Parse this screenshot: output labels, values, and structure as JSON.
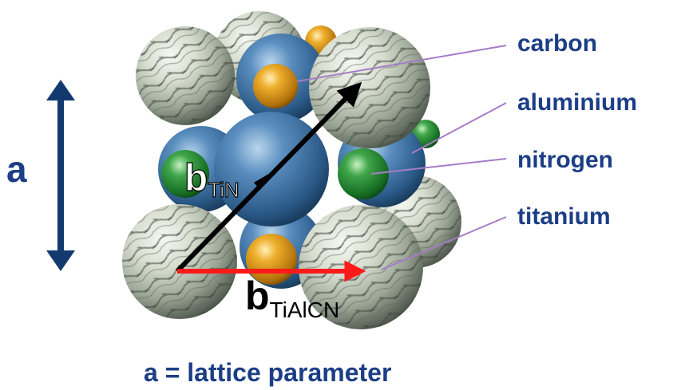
{
  "legend": {
    "carbon": "carbon",
    "aluminium": "aluminium",
    "nitrogen": "nitrogen",
    "titanium": "titanium"
  },
  "dimension": {
    "symbol": "a"
  },
  "vectors": {
    "tin_main": "b",
    "tin_sub": "TiN",
    "tialcn_main": "b",
    "tialcn_sub": "TiAlCN"
  },
  "caption": "a = lattice parameter",
  "colors": {
    "label_blue": "#1c3e86",
    "arrow_black": "#000000",
    "arrow_red": "#ff1a1a",
    "leader_purple": "#a57cc8",
    "dimension_arrow": "#123a6e"
  }
}
